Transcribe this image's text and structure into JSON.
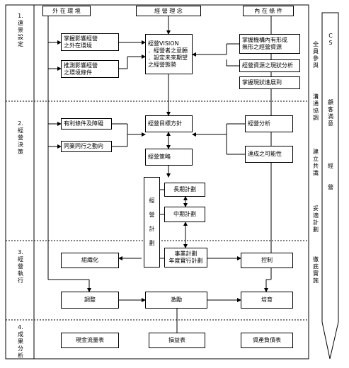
{
  "top": {
    "external_env": "外 在 環 境",
    "philosophy": "經 營 理 念",
    "internal_cond": "內 在 條 件"
  },
  "sections": {
    "s1": "1.\n遠\n景\n設\n定",
    "s2": "2.\n經\n營\n決\n策",
    "s3": "3.\n經\n營\n執\n行",
    "s4": "4.\n成\n果\n分\n析"
  },
  "s1": {
    "left_a": "掌握影響經營\n之外在環境",
    "left_b": "推測影響經營\n之環境條件",
    "vision": "經營VISION\n．經營者之意願\n．設定未來期望\n之經營態勢",
    "right_a": "掌握機構內有形成\n無形之經營資源",
    "right_b": "經營資源之現狀分析",
    "right_c": "掌握現狀進展到"
  },
  "s2": {
    "left_a": "有利條件及障礙",
    "left_b": "同業同行之動向",
    "goal": "經營目標方針",
    "strategy": "經營策略",
    "right_a": "經營分析",
    "right_b": "達成之可能性",
    "plan_col": "經\n\n營\n\n計\n\n劃",
    "long_term": "長期計劃",
    "mid_term": "中期計劃",
    "annual": "事業計劃\n年度實行計劃"
  },
  "s3": {
    "organize": "組織化",
    "control": "控制",
    "adjust": "調整",
    "motivate": "激勵",
    "cultivate": "培育"
  },
  "s4": {
    "cashflow": "現金流量表",
    "income": "損益表",
    "balance": "資產負債表"
  },
  "cs": {
    "title": "C\nS",
    "sub": "顧\n客\n滿\n意\n\n\n\n\n\n經\n\n\n營",
    "side_a": "全\n員\n參\n與",
    "side_b": "溝\n通\n協\n調",
    "side_c": "建\n立\n共\n識",
    "side_d": "妥\n適\n計\n劃",
    "side_e": "徹\n底\n實\n施"
  }
}
